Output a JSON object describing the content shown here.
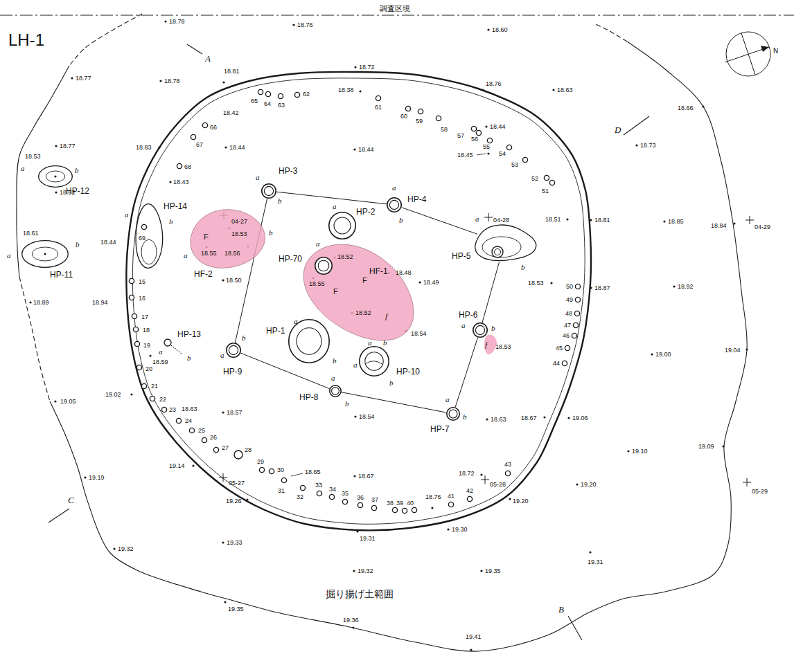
{
  "diagram": {
    "nodes": [
      {
        "text": [
          "HP-12"
        ]
      },
      {
        "text": [
          "HP-14"
        ]
      },
      {
        "text": [
          "HP-3"
        ]
      },
      {
        "text": [
          "HP-4"
        ]
      },
      {
        "text": [
          "HP-2"
        ]
      },
      {
        "text": [
          "HP-5"
        ]
      },
      {
        "text": [
          "HF-2"
        ]
      },
      {
        "text": [
          "HP-11"
        ]
      },
      {
        "text": [
          "HF-1"
        ]
      },
      {
        "text": [
          "HP-70"
        ],
        "in": 8
      },
      {
        "text": [
          "HP-1"
        ]
      },
      {
        "text": [
          "HP-6"
        ]
      },
      {
        "text": [
          "HP-13"
        ]
      },
      {
        "text": [
          "HP-9"
        ]
      },
      {
        "text": [
          "HP-10"
        ]
      },
      {
        "text": [
          "HP-8"
        ]
      },
      {
        "text": [
          "HP-7"
        ]
      }
    ],
    "edges": [
      {
        "from": 2,
        "to": 3,
        "arrow": "none"
      },
      {
        "from": 3,
        "to": 5,
        "arrow": "none"
      },
      {
        "from": 5,
        "to": 11,
        "arrow": "none"
      },
      {
        "from": 11,
        "to": 16,
        "arrow": "none"
      },
      {
        "from": 16,
        "to": 15,
        "arrow": "none"
      },
      {
        "from": 15,
        "to": 13,
        "arrow": "none"
      },
      {
        "from": 13,
        "to": 2,
        "arrow": "none"
      }
    ],
    "labels": [
      "調査区境",
      "LH-1",
      "掘り揚げ土範囲",
      "N",
      "A",
      "B",
      "C",
      "D",
      "04-27",
      "04-28",
      "04-29",
      "05-27",
      "05-28",
      "05-29",
      "18.78",
      "18.76",
      "18.60",
      "18.77",
      "18.78",
      "18.81",
      "18.72",
      "18.63",
      "18.66",
      "18.77",
      "18.53",
      "18.83",
      "18.73",
      "18.82",
      "18.61",
      "18.44",
      "18.85",
      "18.84",
      "18.89",
      "18.94",
      "18.92",
      "19.00",
      "19.04",
      "19.05",
      "19.02",
      "19.10",
      "19.09",
      "19.14",
      "19.19",
      "19.20",
      "19.20",
      "19.26",
      "19.31",
      "19.30",
      "19.32",
      "19.33",
      "19.31",
      "19.32",
      "19.35",
      "19.35",
      "19.36",
      "19.41",
      "18.42",
      "18.38",
      "18.76",
      "18.44",
      "18.44",
      "18.44",
      "18.45",
      "18.43",
      "18.51",
      "18.81",
      "18.50",
      "18.49",
      "18.53",
      "18.87",
      "18.59",
      "18.63",
      "18.57",
      "18.54",
      "18.63",
      "18.67",
      "19.06",
      "18.65",
      "18.67",
      "18.72",
      "18.76",
      "F",
      "18.53",
      "18.55",
      "18.56",
      "18.52",
      "18.48",
      "18.55",
      "18.52",
      "18.54",
      "F",
      "F",
      "f",
      "f",
      "18.53",
      "15",
      "16",
      "17",
      "18",
      "19",
      "20",
      "21",
      "22",
      "23",
      "24",
      "25",
      "26",
      "27",
      "28",
      "29",
      "30",
      "31",
      "32",
      "33",
      "34",
      "35",
      "36",
      "37",
      "38",
      "39",
      "40",
      "41",
      "42",
      "43",
      "44",
      "45",
      "46",
      "47",
      "48",
      "49",
      "50",
      "51",
      "52",
      "53",
      "54",
      "55",
      "56",
      "57",
      "58",
      "59",
      "60",
      "61",
      "62",
      "63",
      "64",
      "65",
      "66",
      "67",
      "68",
      "69",
      "a",
      "b",
      "a",
      "b",
      "a",
      "b",
      "a",
      "b",
      "a",
      "b",
      "a",
      "a",
      "b",
      "a",
      "b",
      "a",
      "a",
      "b",
      "a",
      "b",
      "a",
      "b",
      "a",
      "b",
      "a",
      "b",
      "a",
      "b",
      "a",
      "b",
      "a",
      "b"
    ]
  }
}
